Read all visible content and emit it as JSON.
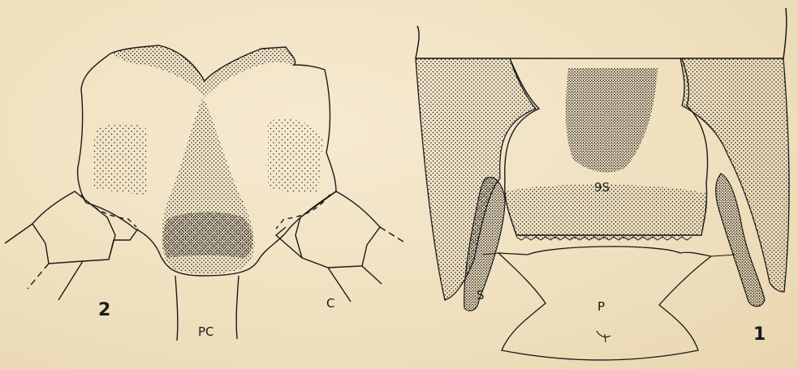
{
  "figure2": {
    "number": "2",
    "labels": {
      "pc": "PC",
      "c": "C"
    }
  },
  "figure1": {
    "number": "1",
    "labels": {
      "ninth_sternite": "9S",
      "s": "S",
      "p": "P"
    }
  },
  "colors": {
    "ink": "#1a1a1a",
    "paper": "#f1e3c4"
  }
}
